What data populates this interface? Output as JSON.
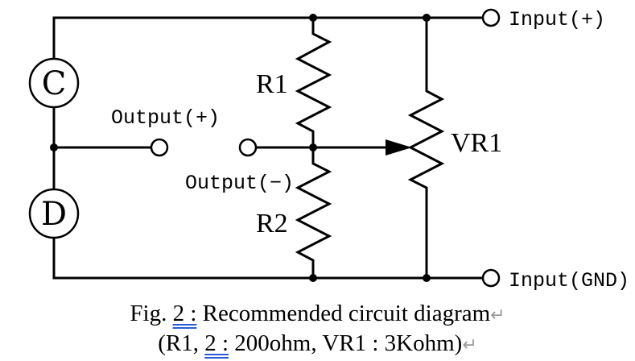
{
  "diagram": {
    "meters": {
      "top": "C",
      "bottom": "D"
    },
    "resistors": {
      "upper": "R1",
      "lower": "R2",
      "variable": "VR1"
    },
    "terminals": {
      "output_plus": "Output(+)",
      "output_minus": "Output(−)",
      "input_plus": "Input(+)",
      "input_gnd": "Input(GND)"
    }
  },
  "caption": {
    "line1_prefix": "Fig. ",
    "line1_ref": "2 :",
    "line1_text": " Recommended circuit diagram",
    "line2_prefix": "(R1, ",
    "line2_ref": "2 :",
    "line2_text": " 200ohm, VR1 : 3Kohm)",
    "paragraph_mark": "↵"
  }
}
